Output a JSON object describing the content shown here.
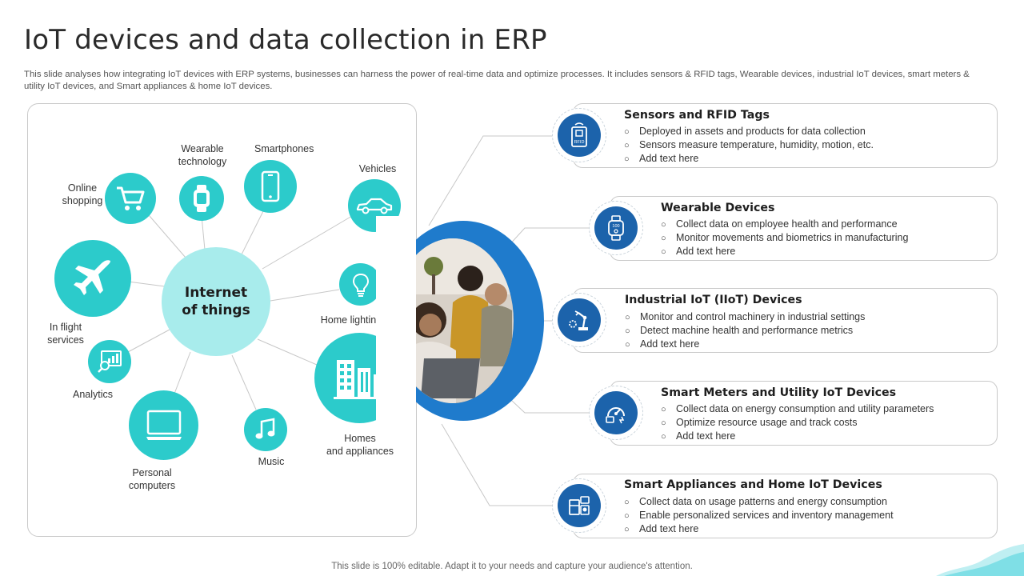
{
  "header": {
    "title": "IoT devices and data collection in ERP",
    "subtitle": "This slide analyses how integrating IoT devices with ERP systems, businesses can harness the power of real-time data and optimize processes. It includes sensors & RFID tags, Wearable devices, industrial IoT devices, smart meters & utility IoT devices, and Smart appliances & home IoT devices."
  },
  "hub": {
    "line1": "Internet",
    "line2": "of things"
  },
  "nodes": {
    "online_shopping": {
      "line1": "Online",
      "line2": "shopping",
      "icon": "shopping-cart-icon"
    },
    "wearable": {
      "line1": "Wearable",
      "line2": "technology",
      "icon": "smartwatch-icon"
    },
    "smartphones": {
      "label": "Smartphones",
      "icon": "smartphone-icon"
    },
    "vehicles": {
      "label": "Vehicles",
      "icon": "car-icon"
    },
    "in_flight": {
      "line1": "In flight",
      "line2": "services",
      "icon": "airplane-icon"
    },
    "home_lighting": {
      "label": "Home lighting",
      "icon": "lightbulb-icon"
    },
    "analytics": {
      "label": "Analytics",
      "icon": "analytics-icon"
    },
    "homes": {
      "line1": "Homes",
      "line2": "and appliances",
      "icon": "buildings-icon"
    },
    "personal_computers": {
      "line1": "Personal",
      "line2": "computers",
      "icon": "monitor-icon"
    },
    "music": {
      "label": "Music",
      "icon": "music-note-icon"
    }
  },
  "cards": [
    {
      "title": "Sensors and RFID Tags",
      "icon": "rfid-tag-icon",
      "icon_text": "RFID",
      "items": [
        "Deployed in assets and products for data collection",
        "Sensors measure temperature, humidity, motion, etc.",
        "Add text here"
      ]
    },
    {
      "title": "Wearable Devices",
      "icon": "smartwatch-icon",
      "icon_text": "100",
      "items": [
        "Collect data on employee health and performance",
        "Monitor movements and biometrics in manufacturing",
        "Add text here"
      ]
    },
    {
      "title": "Industrial IoT (IIoT) Devices",
      "icon": "robotic-arm-icon",
      "items": [
        "Monitor and control machinery in industrial settings",
        "Detect machine health and performance  metrics",
        "Add text here"
      ]
    },
    {
      "title": "Smart Meters and Utility IoT Devices",
      "icon": "smart-meter-icon",
      "items": [
        "Collect data on energy consumption and utility parameters",
        "Optimize resource usage and track costs",
        "Add text here"
      ]
    },
    {
      "title": "Smart Appliances and Home IoT Devices",
      "icon": "smart-home-icon",
      "items": [
        "Collect data on usage patterns and energy consumption",
        "Enable personalized services and inventory management",
        "Add text here"
      ]
    }
  ],
  "footer": {
    "text": "This slide is 100% editable. Adapt it to your needs and capture your audience's attention."
  },
  "colors": {
    "teal": "#2ccbcb",
    "hub": "#a8ecec",
    "blue": "#1c63ab",
    "ring": "#1f7bcc"
  }
}
